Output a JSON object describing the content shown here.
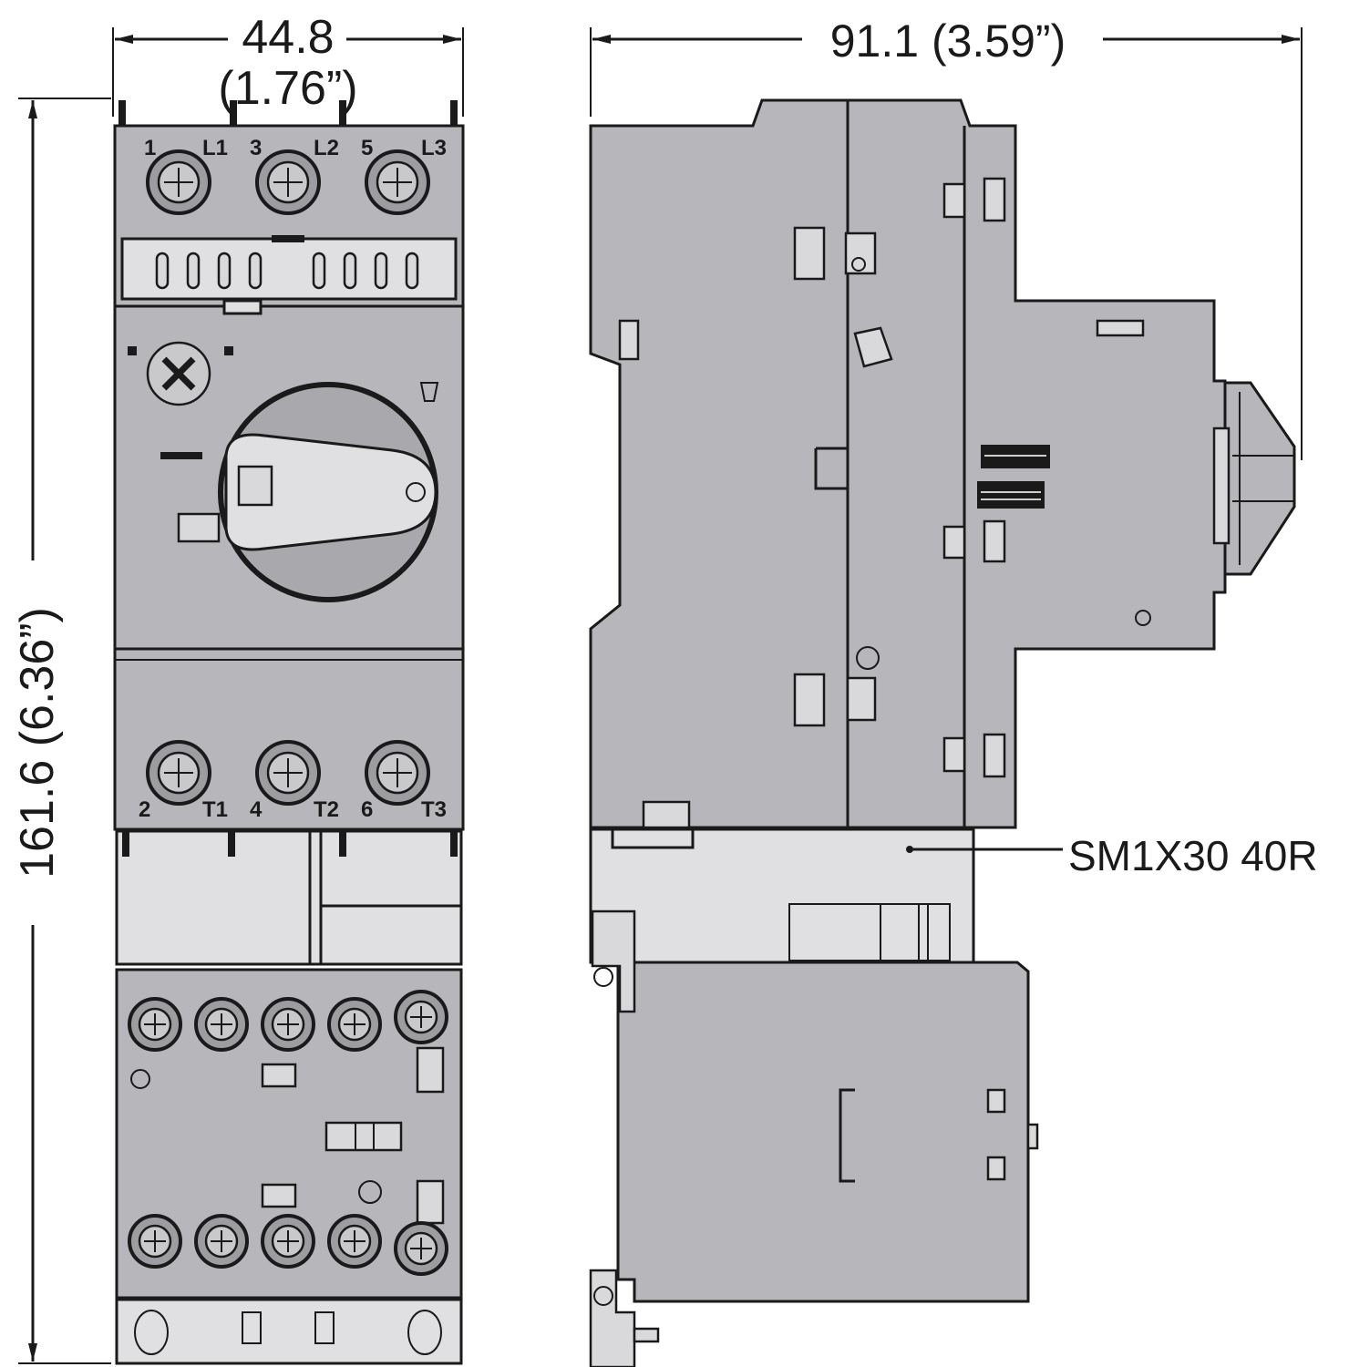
{
  "dimensions": {
    "width_mm": "44.8",
    "width_in": "(1.76”)",
    "depth": "91.1 (3.59”)",
    "height": "161.6 (6.36”)"
  },
  "terminals": {
    "top": [
      "1",
      "L1",
      "3",
      "L2",
      "5",
      "L3"
    ],
    "bottom": [
      "2",
      "T1",
      "4",
      "T2",
      "6",
      "T3"
    ]
  },
  "callout": {
    "label": "SM1X30 40R"
  },
  "colors": {
    "body": "#b7b7bb",
    "adapter": "#e0e0e2",
    "outline": "#1a1a1a"
  }
}
